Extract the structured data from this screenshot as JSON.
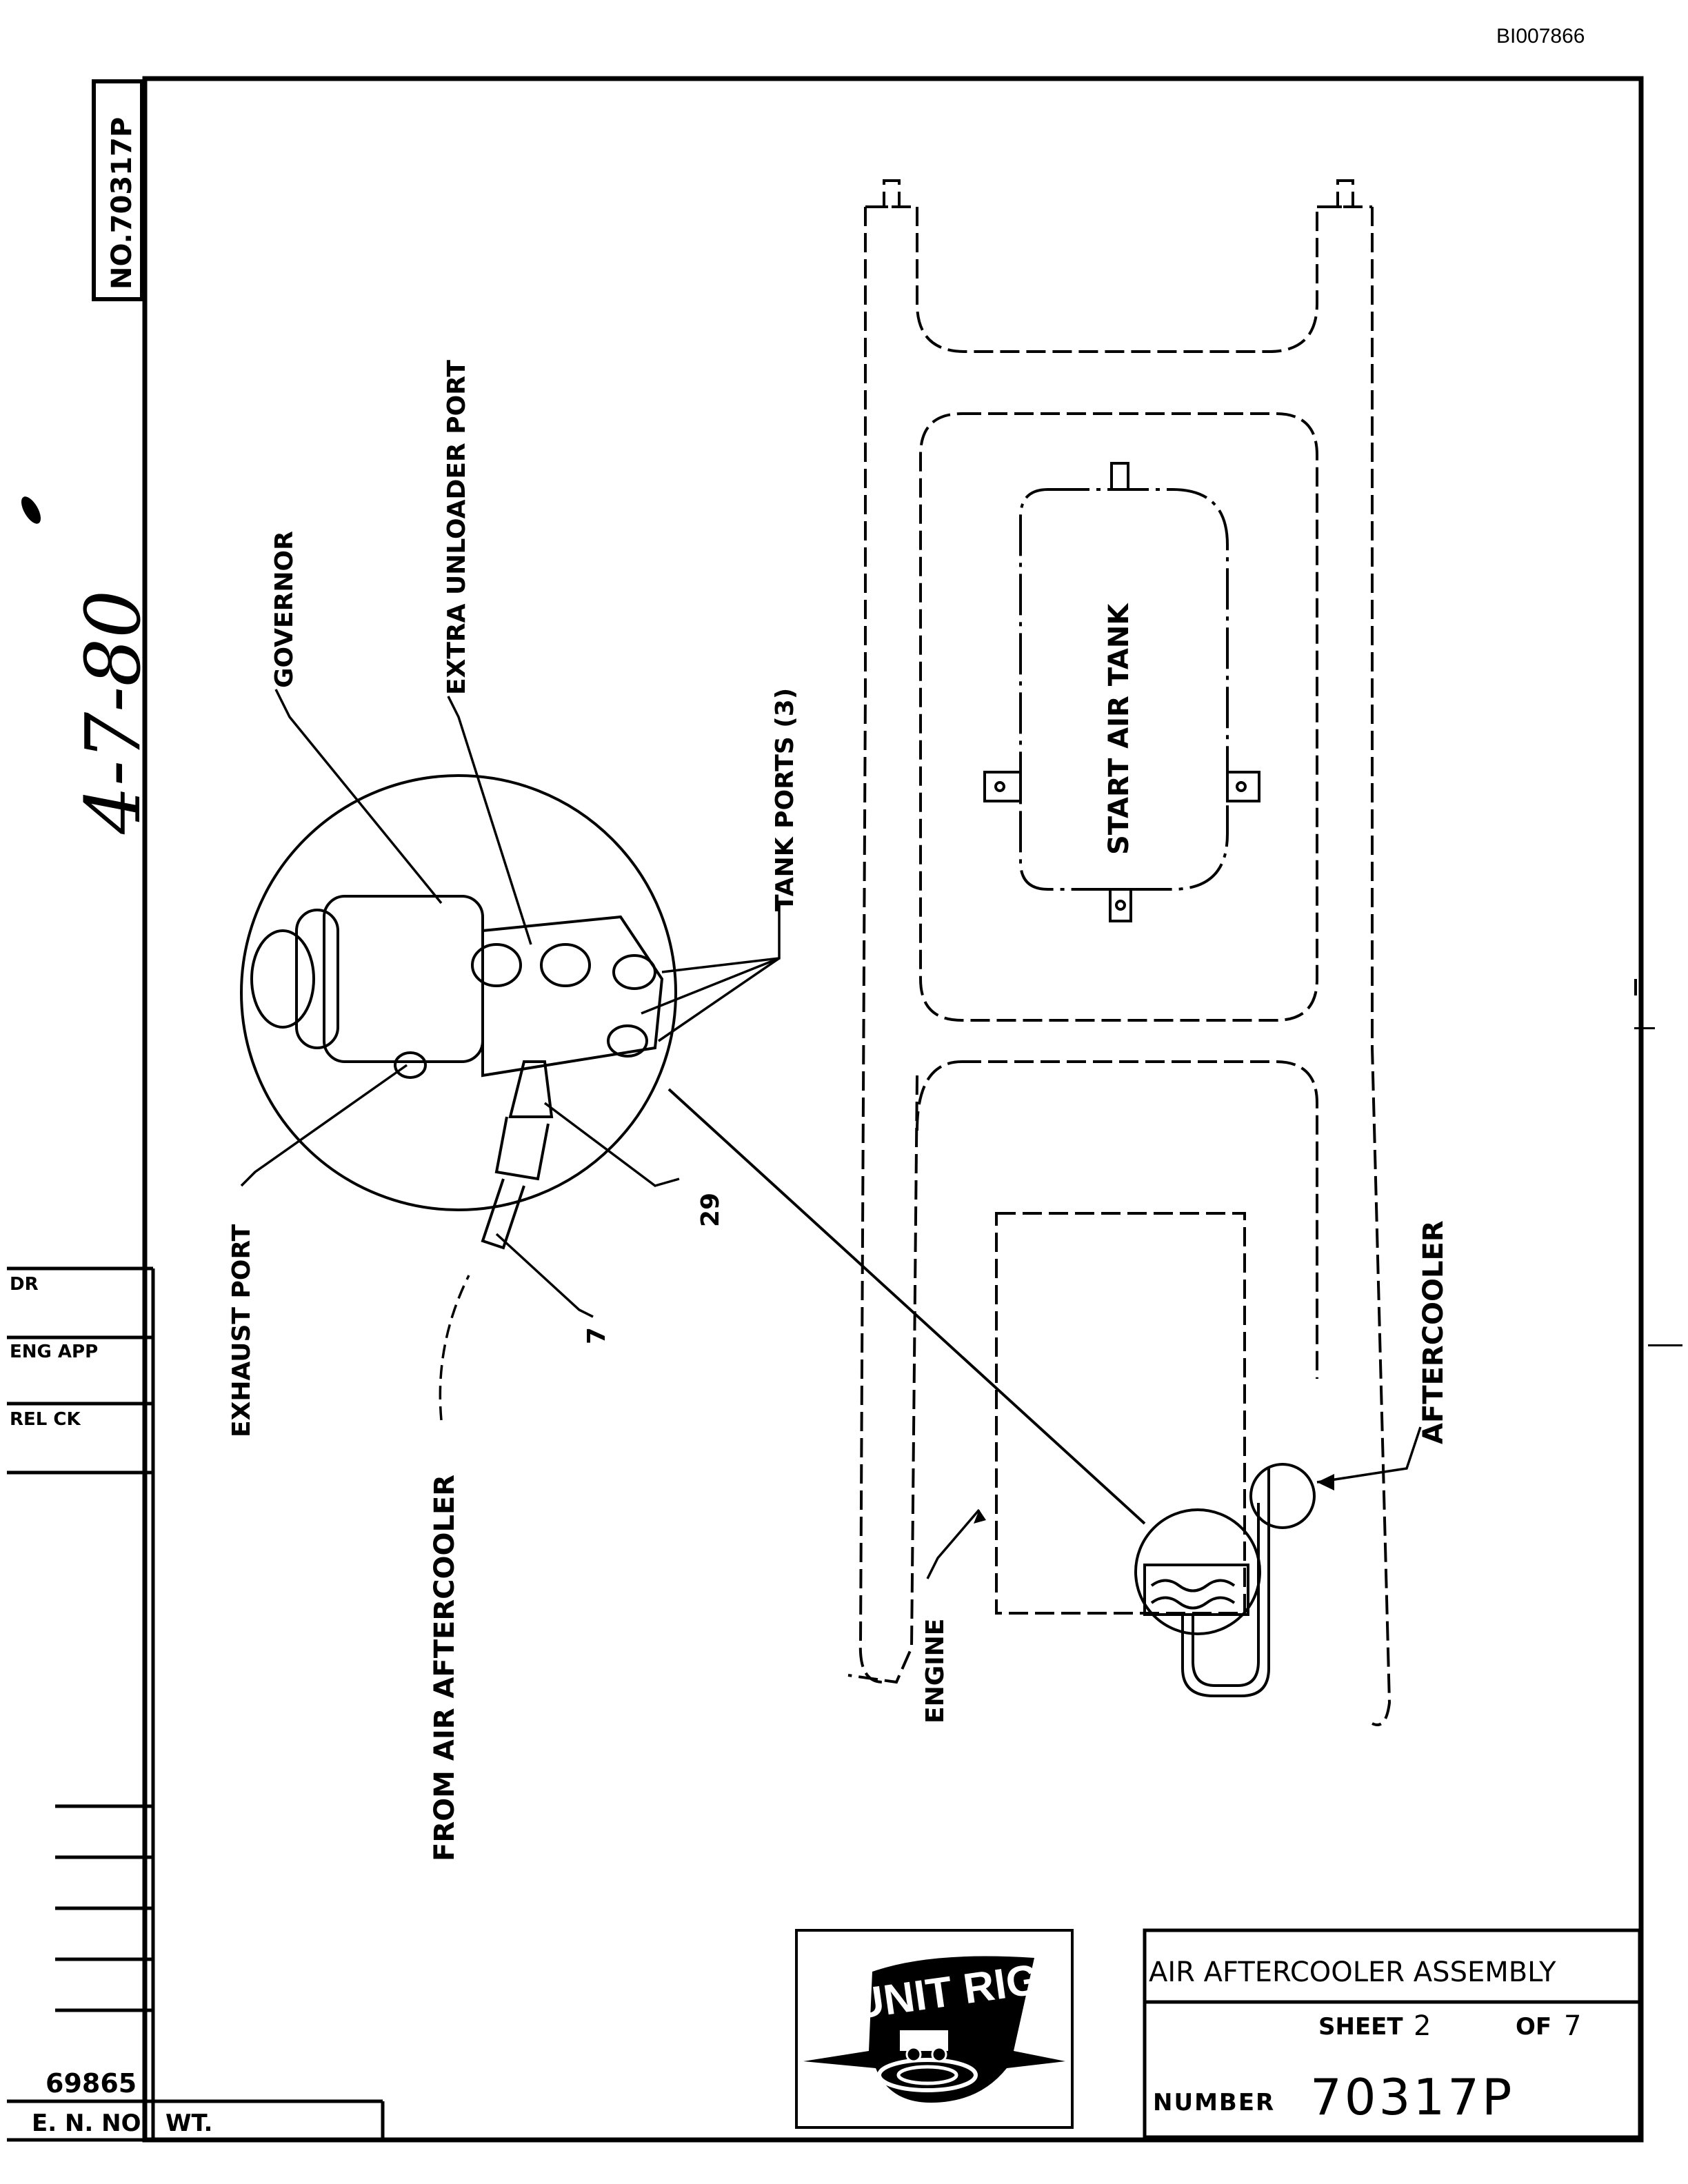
{
  "doc_id": "BI007866",
  "vertical_number": "NO.70317P",
  "handwritten_date": "4-7-80",
  "callouts": {
    "governor": "GOVERNOR",
    "extra_unloader_port": "EXTRA UNLOADER PORT",
    "tank_ports": "TANK PORTS (3)",
    "exhaust_port": "EXHAUST PORT",
    "from_air_aftercooler": "FROM AIR AFTERCOOLER",
    "ref_29": "29",
    "ref_7": "7",
    "start_air_tank": "START AIR TANK",
    "engine": "ENGINE",
    "aftercooler": "AFTERCOOLER"
  },
  "left_block": {
    "dr": "DR",
    "eng_app": "ENG APP",
    "rel_ck": "REL CK",
    "e_n_value": "69865",
    "e_n_no_label": "E. N. NO.",
    "wt_label": "WT."
  },
  "title_block": {
    "title": "AIR AFTERCOOLER ASSEMBLY",
    "sheet_label": "SHEET",
    "sheet_num": "2",
    "of_label": "OF",
    "of_total": "7",
    "number_label": "NUMBER",
    "number": "70317P"
  },
  "logo": {
    "brand": "UNIT RIG"
  }
}
